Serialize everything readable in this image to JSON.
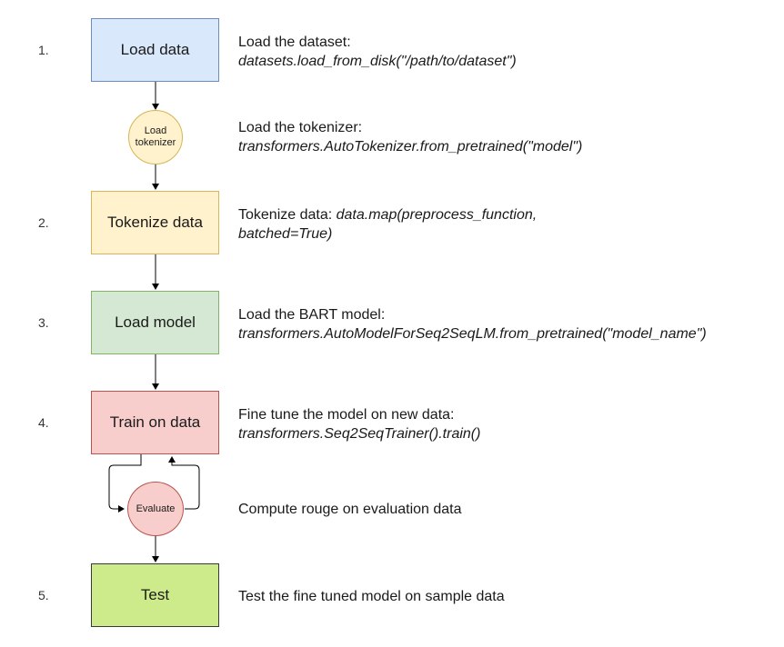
{
  "steps": [
    {
      "num": "1.",
      "label": "Load data",
      "desc_line1": "Load the dataset:",
      "desc_line2": "datasets.load_from_disk(\"/path/to/dataset\")"
    },
    {
      "num": "2.",
      "label": "Tokenize data",
      "desc_line1_plain": "Tokenize data: ",
      "desc_line1_code": "data.map(preprocess_function,",
      "desc_line2": "batched=True)"
    },
    {
      "num": "3.",
      "label": "Load model",
      "desc_line1": "Load the BART model:",
      "desc_line2": "transformers.AutoModelForSeq2SeqLM.from_pretrained(\"model_name\")"
    },
    {
      "num": "4.",
      "label": "Train on data",
      "desc_line1": "Fine tune the model on new data:",
      "desc_line2": "transformers.Seq2SeqTrainer().train()"
    },
    {
      "num": "5.",
      "label": "Test",
      "desc_line1": "Test the fine tuned model on sample data"
    }
  ],
  "substeps": {
    "tokenizer": {
      "label_line1": "Load",
      "label_line2": "tokenizer",
      "desc_line1": "Load the tokenizer:",
      "desc_line2": "transformers.AutoTokenizer.from_pretrained(\"model\")"
    },
    "evaluate": {
      "label": "Evaluate",
      "desc": "Compute rouge on evaluation data"
    }
  },
  "colors": {
    "load_data_fill": "#dae8fc",
    "load_data_stroke": "#6c8ebf",
    "tokenize_fill": "#fff2cc",
    "tokenize_stroke": "#d6b656",
    "load_model_fill": "#d5e8d4",
    "load_model_stroke": "#82b366",
    "train_fill": "#f8cecc",
    "train_stroke": "#b85450",
    "test_fill": "#cdeb8b",
    "test_stroke": "#36393d"
  }
}
